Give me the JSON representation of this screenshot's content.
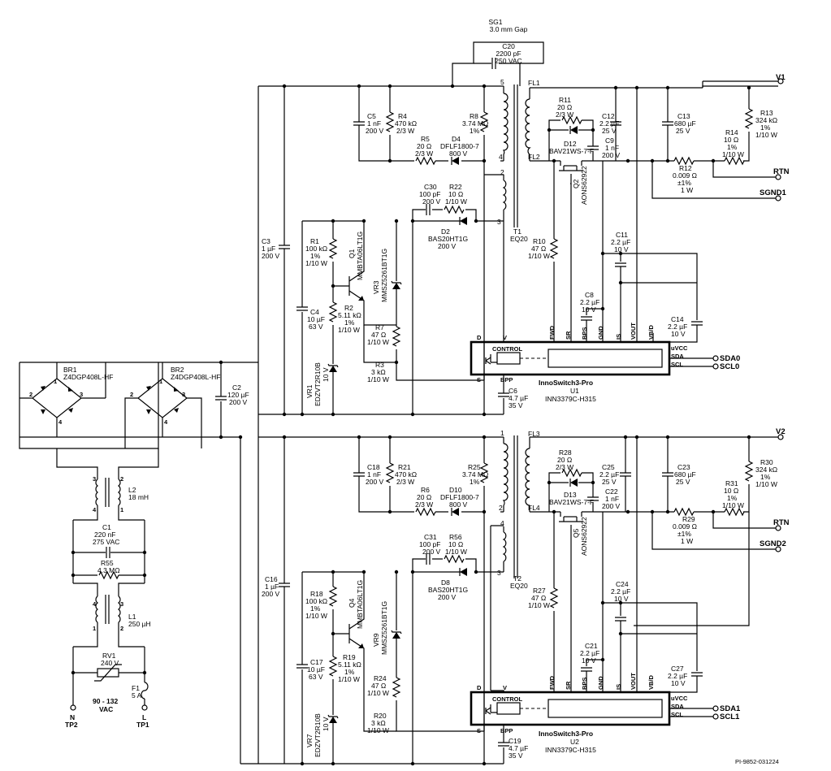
{
  "gap": {
    "ref": "SG1",
    "val": "3.0 mm Gap"
  },
  "outputs": [
    {
      "rail": "V1",
      "rtn": "RTN",
      "sgnd": "SGND1",
      "sda": "SDA0",
      "scl": "SCL0",
      "ic_ref": "U1",
      "ic_part": "INN3379C-H315",
      "ic_name": "InnoSwitch3-Pro",
      "xfmr": {
        "ref": "T1",
        "core": "EQ20"
      },
      "fl_a": "FL1",
      "fl_b": "FL2",
      "pins_tx": [
        "5",
        "4",
        "2",
        "3"
      ],
      "parts": {
        "cs": [
          "C5",
          "1 nF",
          "200 V"
        ],
        "rs": [
          "R4",
          "470 kΩ",
          "2/3 W"
        ],
        "rsn": [
          "R5",
          "20 Ω",
          "2/3 W"
        ],
        "dsn": [
          "D4",
          "DFLF1800-7",
          "800 V"
        ],
        "rbig": [
          "R8",
          "3.74 MΩ",
          "1%"
        ],
        "cbulk": [
          "C3",
          "1 µF",
          "200 V"
        ],
        "cb2": [
          "C30",
          "100 pF",
          "200 V"
        ],
        "rb2": [
          "R22",
          "10 Ω",
          "1/10 W"
        ],
        "dbias": [
          "D2",
          "BAS20HT1G",
          "200 V"
        ],
        "r1": [
          "R1",
          "100 kΩ",
          "1%",
          "1/10 W"
        ],
        "q": [
          "Q1",
          "MMBTA06LT1G"
        ],
        "vr": [
          "VR3",
          "MMSZ5261BT1G"
        ],
        "r2": [
          "R2",
          "5.11 kΩ",
          "1%",
          "1/10 W"
        ],
        "c4": [
          "C4",
          "10 µF",
          "63 V"
        ],
        "r7": [
          "R7",
          "47 Ω",
          "1/10 W"
        ],
        "r3": [
          "R3",
          "3 kΩ",
          "1/10 W"
        ],
        "vr1": [
          "VR1",
          "EDZVT2R10B",
          "10 V"
        ],
        "c6": [
          "C6",
          "4.7 µF",
          "35 V"
        ],
        "r11": [
          "R11",
          "20 Ω",
          "2/3 W"
        ],
        "d12": [
          "D12",
          "BAV21WS-7-F"
        ],
        "c12": [
          "C12",
          "2.2 µF",
          "25 V"
        ],
        "c9": [
          "C9",
          "1 nF",
          "200 V"
        ],
        "q2": [
          "Q2",
          "AONS62922"
        ],
        "c13": [
          "C13",
          "680 µF",
          "25 V"
        ],
        "r13": [
          "R13",
          "324 kΩ",
          "1%",
          "1/10 W"
        ],
        "r14": [
          "R14",
          "10 Ω",
          "1%",
          "1/10 W"
        ],
        "r12": [
          "R12",
          "0.009 Ω",
          "±1%",
          "1 W"
        ],
        "r10": [
          "R10",
          "47 Ω",
          "1/10 W"
        ],
        "c11": [
          "C11",
          "2.2 µF",
          "10 V"
        ],
        "c8": [
          "C8",
          "2.2 µF",
          "10 V"
        ],
        "c14": [
          "C14",
          "2.2 µF",
          "10 V"
        ]
      }
    },
    {
      "rail": "V2",
      "rtn": "RTN",
      "sgnd": "SGND2",
      "sda": "SDA1",
      "scl": "SCL1",
      "ic_ref": "U2",
      "ic_part": "INN3379C-H315",
      "ic_name": "InnoSwitch3-Pro",
      "xfmr": {
        "ref": "T2",
        "core": "EQ20"
      },
      "fl_a": "FL3",
      "fl_b": "FL4",
      "pins_tx": [
        "1",
        "2",
        "4",
        "3"
      ],
      "parts": {
        "cs": [
          "C18",
          "1 nF",
          "200 V"
        ],
        "rs": [
          "R21",
          "470 kΩ",
          "2/3 W"
        ],
        "rsn": [
          "R6",
          "20 Ω",
          "2/3 W"
        ],
        "dsn": [
          "D10",
          "DFLF1800-7",
          "800 V"
        ],
        "rbig": [
          "R25",
          "3.74 MΩ",
          "1%"
        ],
        "cbulk": [
          "C16",
          "1 µF",
          "200 V"
        ],
        "cb2": [
          "C31",
          "100 pF",
          "200 V"
        ],
        "rb2": [
          "R56",
          "10 Ω",
          "1/10 W"
        ],
        "dbias": [
          "D8",
          "BAS20HT1G",
          "200 V"
        ],
        "r1": [
          "R18",
          "100 kΩ",
          "1%",
          "1/10 W"
        ],
        "q": [
          "Q4",
          "MMBTA06LT1G"
        ],
        "vr": [
          "VR9",
          "MMSZ5261BT1G"
        ],
        "r2": [
          "R19",
          "5.11 kΩ",
          "1%",
          "1/10 W"
        ],
        "c4": [
          "C17",
          "10 µF",
          "63 V"
        ],
        "r7": [
          "R24",
          "47 Ω",
          "1/10 W"
        ],
        "r3": [
          "R20",
          "3 kΩ",
          "1/10 W"
        ],
        "vr1": [
          "VR7",
          "EDZVT2R10B",
          "10 V"
        ],
        "c6": [
          "C19",
          "4.7 µF",
          "35 V"
        ],
        "r11": [
          "R28",
          "20 Ω",
          "2/3 W"
        ],
        "d12": [
          "D13",
          "BAV21WS-7-F"
        ],
        "c12": [
          "C25",
          "2.2 µF",
          "25 V"
        ],
        "c9": [
          "C22",
          "1 nF",
          "200 V"
        ],
        "q2": [
          "Q5",
          "AONS62922"
        ],
        "c13": [
          "C23",
          "680 µF",
          "25 V"
        ],
        "r13": [
          "R30",
          "324 kΩ",
          "1%",
          "1/10 W"
        ],
        "r14": [
          "R31",
          "10 Ω",
          "1%",
          "1/10 W"
        ],
        "r12": [
          "R29",
          "0.009 Ω",
          "±1%",
          "1 W"
        ],
        "r10": [
          "R27",
          "47 Ω",
          "1/10 W"
        ],
        "c11": [
          "C24",
          "2.2 µF",
          "10 V"
        ],
        "c8": [
          "C21",
          "2.2 µF",
          "10 V"
        ],
        "c14": [
          "C27",
          "2.2 µF",
          "10 V"
        ]
      }
    }
  ],
  "ic_labels": {
    "control": "CONTROL",
    "d": "D",
    "v": "V",
    "s": "S",
    "bpp": "BPP",
    "fwd": "FWD",
    "sr": "SR",
    "bps": "BPS",
    "gnd": "GND",
    "is": "IS",
    "vout": "VOUT",
    "vbd": "VB/D",
    "uvcc": "uVCC",
    "sda": "SDA",
    "scl": "SCL"
  },
  "c20": [
    "C20",
    "2200 pF",
    "250 VAC"
  ],
  "c2": [
    "C2",
    "120 µF",
    "200 V"
  ],
  "br1": [
    "BR1",
    "Z4DGP408L-HF"
  ],
  "br2": [
    "BR2",
    "Z4DGP408L-HF"
  ],
  "l2": [
    "L2",
    "18 mH"
  ],
  "c1": [
    "C1",
    "220 nF",
    "275 VAC"
  ],
  "r55": [
    "R55",
    "4.3 MΩ"
  ],
  "l1": [
    "L1",
    "250 µH"
  ],
  "rv1": [
    "RV1",
    "240 V"
  ],
  "f1": [
    "F1",
    "5 A"
  ],
  "input": {
    "range": "90 - 132",
    "unit": "VAC",
    "n": "N",
    "tp2": "TP2",
    "l": "L",
    "tp1": "TP1"
  },
  "doc_id": "PI-9852-031224"
}
